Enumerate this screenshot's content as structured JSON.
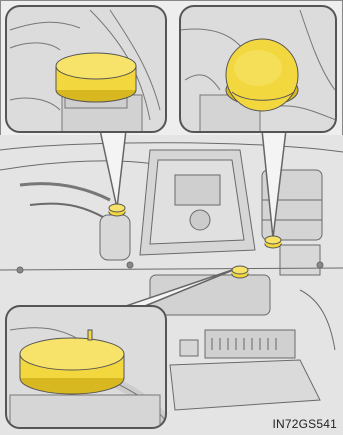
{
  "figure": {
    "code": "IN72GS541",
    "colors": {
      "cap_fill": "#f2d83e",
      "cap_shade": "#d8b820",
      "line": "#5a5a5a",
      "background": "#e6e6e6",
      "inset_background": "#dcdcdc"
    },
    "insets": [
      {
        "name": "top-left-inset",
        "icon": "reservoir-cap-flat"
      },
      {
        "name": "top-right-inset",
        "icon": "reservoir-cap-round"
      },
      {
        "name": "bottom-left-inset",
        "icon": "reservoir-cap-large"
      }
    ],
    "markers": [
      {
        "name": "marker-left",
        "icon": "cap-marker"
      },
      {
        "name": "marker-right",
        "icon": "cap-marker"
      },
      {
        "name": "marker-center",
        "icon": "cap-marker"
      }
    ]
  }
}
